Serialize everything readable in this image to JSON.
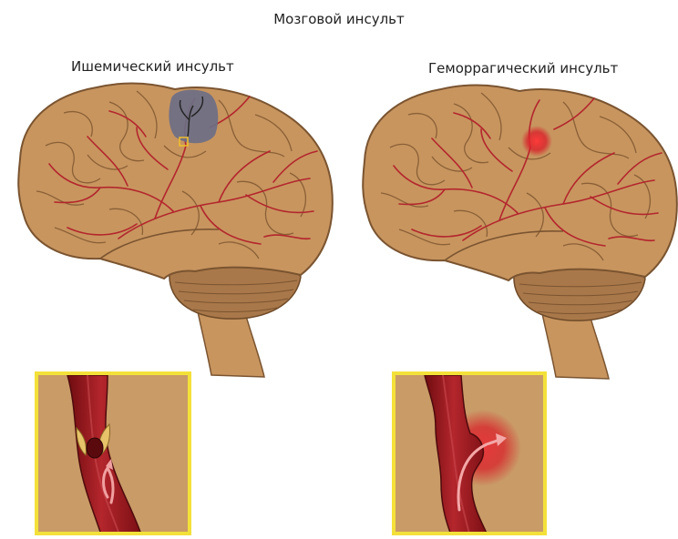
{
  "header": {
    "title": "Мозговой инсульт"
  },
  "panels": [
    {
      "label": "Ишемический инсульт"
    },
    {
      "label": "Геморрагический инсульт"
    }
  ],
  "colors": {
    "brain": "#c8955f",
    "brain_outline": "#7a5430",
    "cerebellum": "#a9784a",
    "vessel": "#b3262c",
    "blood": "#8d1318",
    "clot": "#e7c36a",
    "ischemic_zone": "#6c6e86",
    "hemorrhage": "#d8222a",
    "inset_bg": "#c99b67",
    "inset_frame": "#f3e13a"
  },
  "icons": [
    "brain-illustration",
    "cerebellum",
    "brainstem",
    "artery-network",
    "blood-clot",
    "hemorrhage-spot",
    "blood-flow-arrow"
  ]
}
